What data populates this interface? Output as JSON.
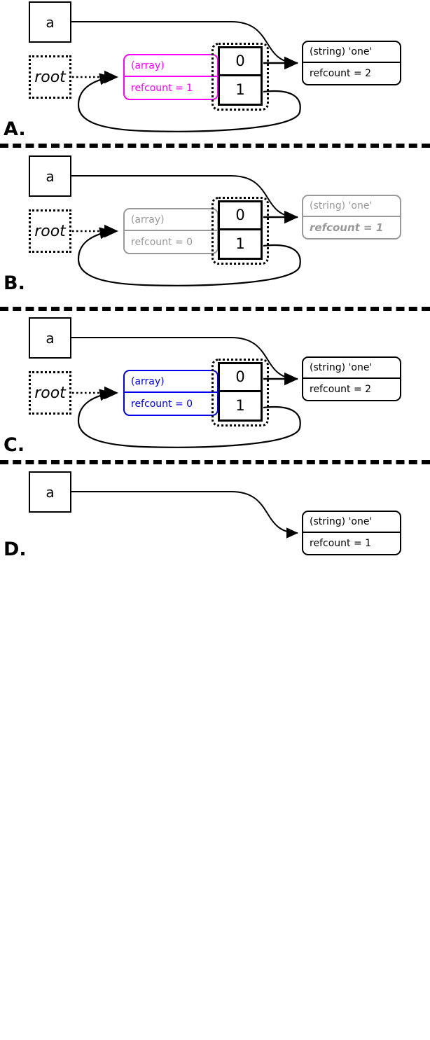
{
  "diagram": {
    "title": "PHP reference counting / garbage collection states",
    "panels": [
      {
        "id": "A",
        "label": "A.",
        "variable_label": "a",
        "root_label": "root",
        "array": {
          "type_label": "(array)",
          "refcount_label": "refcount = 1",
          "color": "#ff00ff",
          "state": "active"
        },
        "cells": [
          "0",
          "1"
        ],
        "string": {
          "type_label": "(string) 'one'",
          "refcount_label": "refcount = 2",
          "color": "#000000",
          "state": "active"
        }
      },
      {
        "id": "B",
        "label": "B.",
        "variable_label": "a",
        "root_label": "root",
        "array": {
          "type_label": "(array)",
          "refcount_label": "refcount = 0",
          "color": "#999999",
          "state": "dimmed"
        },
        "cells": [
          "0",
          "1"
        ],
        "string": {
          "type_label": "(string) 'one'",
          "refcount_label": "refcount = 1",
          "color": "#999999",
          "state": "dimmed-emphasis"
        }
      },
      {
        "id": "C",
        "label": "C.",
        "variable_label": "a",
        "root_label": "root",
        "array": {
          "type_label": "(array)",
          "refcount_label": "refcount = 0",
          "color": "#0000ee",
          "state": "highlighted"
        },
        "cells": [
          "0",
          "1"
        ],
        "string": {
          "type_label": "(string) 'one'",
          "refcount_label": "refcount = 2",
          "color": "#000000",
          "state": "active"
        }
      },
      {
        "id": "D",
        "label": "D.",
        "variable_label": "a",
        "root_label": null,
        "array": null,
        "cells": null,
        "string": {
          "type_label": "(string) 'one'",
          "refcount_label": "refcount = 1",
          "color": "#000000",
          "state": "active"
        }
      }
    ]
  }
}
